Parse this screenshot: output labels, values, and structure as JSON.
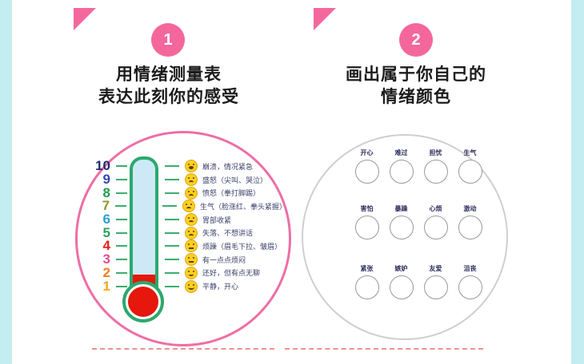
{
  "page": {
    "accent_pink": "#f4679d",
    "accent_teal": "#c3edf0",
    "thermometer_green": "#2ca86c",
    "thermometer_blue": "#cde9f6",
    "thermometer_red": "#e6170d",
    "cut_line_color": "#ef8f8f"
  },
  "icons": {
    "emoji_face": "css-yellow-face",
    "corner_ribbon": "pink-triangle",
    "tick_dash": "green-dash"
  },
  "sections": {
    "left": {
      "step_number": "1",
      "title_line1": "用情绪测量表",
      "title_line2": "表达此刻你的感受"
    },
    "right": {
      "step_number": "2",
      "title_line1": "画出属于你自己的",
      "title_line2": "情绪颜色"
    }
  },
  "thermometer": {
    "levels": [
      {
        "value": "10",
        "color": "#1b2d6b",
        "mood": "open",
        "label": "崩溃，情况紧急"
      },
      {
        "value": "9",
        "color": "#3447b4",
        "mood": "frown",
        "label": "盛怒（尖叫、哭泣）"
      },
      {
        "value": "8",
        "color": "#1f9d4e",
        "mood": "frown",
        "label": "愤怒（拳打脚踢）"
      },
      {
        "value": "7",
        "color": "#8a9b2b",
        "mood": "frown",
        "label": "生气（脸涨红、拳头紧握）"
      },
      {
        "value": "6",
        "color": "#2b9fd0",
        "mood": "frown",
        "label": "胃部收紧"
      },
      {
        "value": "5",
        "color": "#27a35b",
        "mood": "frown",
        "label": "失落、不想讲话"
      },
      {
        "value": "4",
        "color": "#e02318",
        "mood": "flat",
        "label": "烦躁（眉毛下拉、皱眉）"
      },
      {
        "value": "3",
        "color": "#e54b8c",
        "mood": "flat",
        "label": "有一点点烦闷"
      },
      {
        "value": "2",
        "color": "#f07c20",
        "mood": "smile",
        "label": "还好，但有点无聊"
      },
      {
        "value": "1",
        "color": "#f2a71b",
        "mood": "grin",
        "label": "平静，开心"
      }
    ]
  },
  "emotion_grid": {
    "rows": [
      {
        "items": [
          {
            "label": "开心"
          },
          {
            "label": "难过"
          },
          {
            "label": "担忧"
          },
          {
            "label": "生气"
          }
        ]
      },
      {
        "items": [
          {
            "label": "害怕"
          },
          {
            "label": "暴躁"
          },
          {
            "label": "心烦"
          },
          {
            "label": "激动"
          }
        ]
      },
      {
        "items": [
          {
            "label": "紧张"
          },
          {
            "label": "嫉妒"
          },
          {
            "label": "友爱"
          },
          {
            "label": "沮丧"
          }
        ]
      }
    ]
  }
}
